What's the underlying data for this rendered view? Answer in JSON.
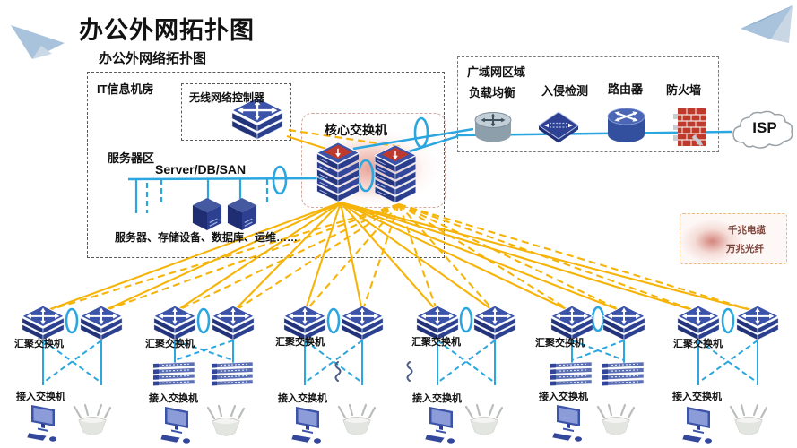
{
  "title": "办公外网拓扑图",
  "frame_label": "办公外网络拓扑图",
  "it_room": {
    "label": "IT信息机房",
    "wireless_controller_label": "无线网络控制器"
  },
  "server_zone": {
    "label": "服务器区",
    "bus_label": "Server/DB/SAN",
    "caption": "服务器、存储设备、数据库、运维……"
  },
  "core_switch_label": "核心交换机",
  "wan": {
    "label": "广域网区域",
    "load_balancer_label": "负载均衡",
    "intrusion_detection_label": "入侵检测",
    "router_label": "路由器",
    "firewall_label": "防火墙"
  },
  "isp_label": "ISP",
  "legend": {
    "gigabit_cable_label": "千兆电缆",
    "ten_gigabit_fiber_label": "万兆光纤"
  },
  "groups": [
    {
      "aggregation_label": "汇聚交换机",
      "access_label": "接入交换机"
    },
    {
      "aggregation_label": "汇聚交换机",
      "access_label": "接入交换机"
    },
    {
      "aggregation_label": "汇聚交换机",
      "access_label": "接入交换机"
    },
    {
      "aggregation_label": "汇聚交换机",
      "access_label": "接入交换机"
    },
    {
      "aggregation_label": "汇聚交换机",
      "access_label": "接入交换机"
    },
    {
      "aggregation_label": "汇聚交换机",
      "access_label": "接入交换机"
    }
  ],
  "colors": {
    "trunk_line": "#F6B40A",
    "lan_line": "#2BA6DF",
    "core_glow": "#D34834",
    "device_navy": "#31479B",
    "firewall_red": "#BE3B2C"
  }
}
